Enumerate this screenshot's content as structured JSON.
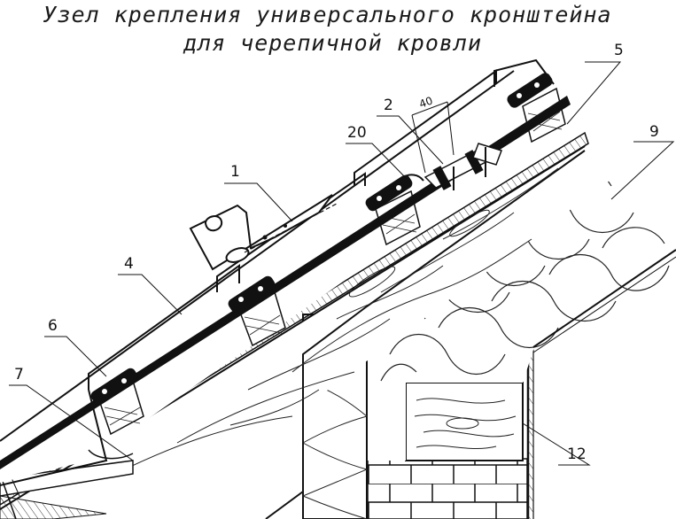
{
  "title": {
    "line1": "Узел крепления универсального кронштейна",
    "line2": "для черепичной кровли"
  },
  "dimension": {
    "label": "40"
  },
  "callouts": [
    {
      "id": "c1",
      "text": "1"
    },
    {
      "id": "c2",
      "text": "2"
    },
    {
      "id": "c4",
      "text": "4"
    },
    {
      "id": "c5",
      "text": "5"
    },
    {
      "id": "c6",
      "text": "6"
    },
    {
      "id": "c7",
      "text": "7"
    },
    {
      "id": "c9",
      "text": "9"
    },
    {
      "id": "c12",
      "text": "12"
    },
    {
      "id": "c20",
      "text": "20"
    }
  ]
}
